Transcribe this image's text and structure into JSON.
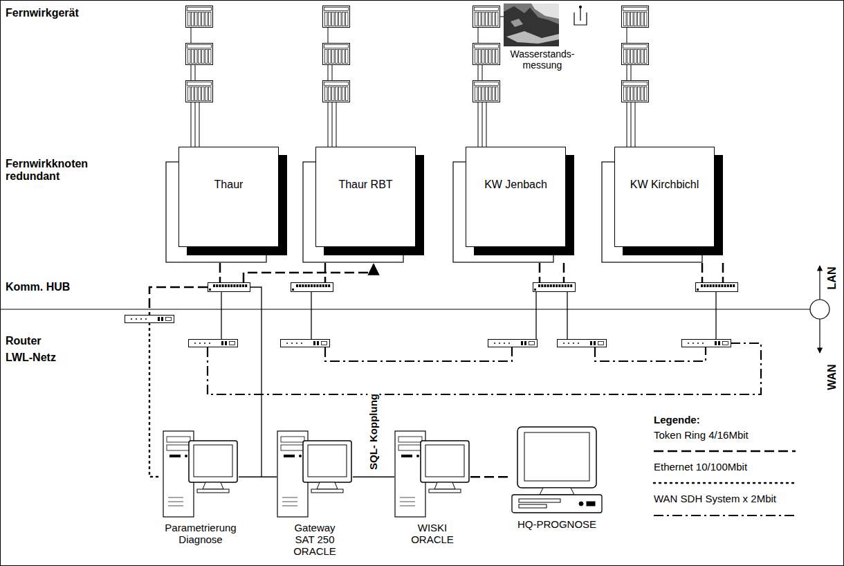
{
  "diagram": {
    "nodes": [
      {
        "text": [
          "Thaur"
        ]
      },
      {
        "text": [
          "Thaur RBT"
        ]
      },
      {
        "text": [
          "KW Jenbach"
        ]
      },
      {
        "text": [
          "KW Kirchbichl"
        ]
      },
      {
        "text": [
          "Parametrierung Diagnose"
        ]
      },
      {
        "text": [
          "Gateway SAT 250 ORACLE"
        ]
      },
      {
        "text": [
          "WISKI ORACLE"
        ]
      },
      {
        "text": [
          "HQ-PROGNOSE"
        ]
      }
    ],
    "edges": [
      {
        "from": 4,
        "to": 5,
        "arrow": "none"
      },
      {
        "from": 5,
        "to": 6,
        "label": "SQL- Kopplung",
        "arrow": "none"
      },
      {
        "from": 6,
        "to": 7,
        "arrow": "none"
      }
    ],
    "labels": [
      "Fernwirkgerät",
      "Fernwirkknoten redundant",
      "Komm. HUB",
      "Router",
      "LWL-Netz",
      "LAN",
      "WAN",
      "Wasserstands- messung",
      "Legende:"
    ],
    "legend": [
      {
        "text": "Token Ring 4/16Mbit"
      },
      {
        "text": "Ethernet 10/100Mbit"
      },
      {
        "text": "WAN SDH System x 2Mbit"
      }
    ]
  }
}
